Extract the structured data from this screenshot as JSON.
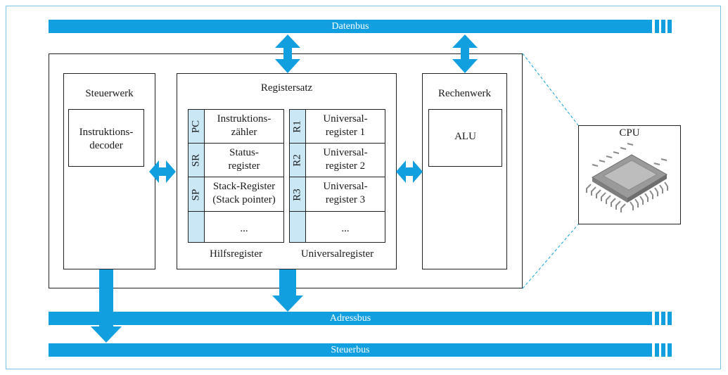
{
  "buses": {
    "datenbus": "Datenbus",
    "adressbus": "Adressbus",
    "steuerbus": "Steuerbus"
  },
  "cpu_block": {
    "steuerwerk": {
      "title": "Steuerwerk",
      "decoder_line1": "Instruktions-",
      "decoder_line2": "decoder"
    },
    "registersatz": {
      "title": "Registersatz",
      "hilfsregister": [
        {
          "tag": "PC",
          "line1": "Instruktions-",
          "line2": "zähler"
        },
        {
          "tag": "SR",
          "line1": "Status-",
          "line2": "register"
        },
        {
          "tag": "SP",
          "line1": "Stack-Register",
          "line2": "(Stack pointer)"
        },
        {
          "tag": "",
          "line1": "...",
          "line2": ""
        }
      ],
      "universalregister": [
        {
          "tag": "R1",
          "line1": "Universal-",
          "line2": "register 1"
        },
        {
          "tag": "R2",
          "line1": "Universal-",
          "line2": "register 2"
        },
        {
          "tag": "R3",
          "line1": "Universal-",
          "line2": "register 3"
        },
        {
          "tag": "",
          "line1": "...",
          "line2": ""
        }
      ],
      "hilfsregister_caption": "Hilfsregister",
      "universalregister_caption": "Universalregister"
    },
    "rechenwerk": {
      "title": "Rechenwerk",
      "alu": "ALU"
    }
  },
  "cpu_chip": {
    "label": "CPU"
  },
  "colors": {
    "bus": "#129fdf",
    "register_tag": "#c9e7f5",
    "dashed_line": "#129fdf"
  }
}
